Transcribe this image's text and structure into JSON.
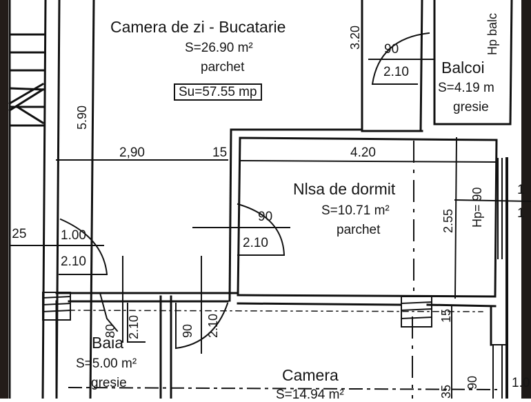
{
  "plan": {
    "total_usable_area": "Su=57.55 mp",
    "rooms": [
      {
        "name": "Camera de zi - Bucatarie",
        "area": "S=26.90 m²",
        "floor": "parchet"
      },
      {
        "name": "Balcon",
        "area": "S=4.19 m",
        "floor": "gresie",
        "name_visible": "Balcoi",
        "height_label": "Hp balc"
      },
      {
        "name": "Nisa de dormit",
        "name_visible": "Nlsa de dormit",
        "area": "S=10.71 m²",
        "floor": "parchet"
      },
      {
        "name": "Baia",
        "area": "S=5.00 m²",
        "floor": "gresie"
      },
      {
        "name": "Camera",
        "area": "S=14.94 m²"
      }
    ],
    "dimensions": {
      "d_320": "3.20",
      "d_590": "5.90",
      "d_290": "2,90",
      "d_15_top": "15",
      "d_420": "4.20",
      "d_255": "2.55",
      "d_125": ".25",
      "d_15_right": "15",
      "d_35": "35",
      "d_1a": "1",
      "d_1b": "1",
      "d_10": "1.0"
    },
    "doors": [
      {
        "id": "balcony-door",
        "width": "90",
        "height": "2.10"
      },
      {
        "id": "nisa-door",
        "width": "90",
        "height": "2.10"
      },
      {
        "id": "left-door",
        "width": "1.00",
        "height": "2.10"
      },
      {
        "id": "bath-door",
        "width": "80",
        "height": "2.10"
      },
      {
        "id": "camera-door",
        "width": "90",
        "height": "2.10"
      }
    ],
    "windows": [
      {
        "id": "nisa-window",
        "label": "Hp= 90"
      },
      {
        "id": "camera-window",
        "label": "90"
      }
    ]
  }
}
